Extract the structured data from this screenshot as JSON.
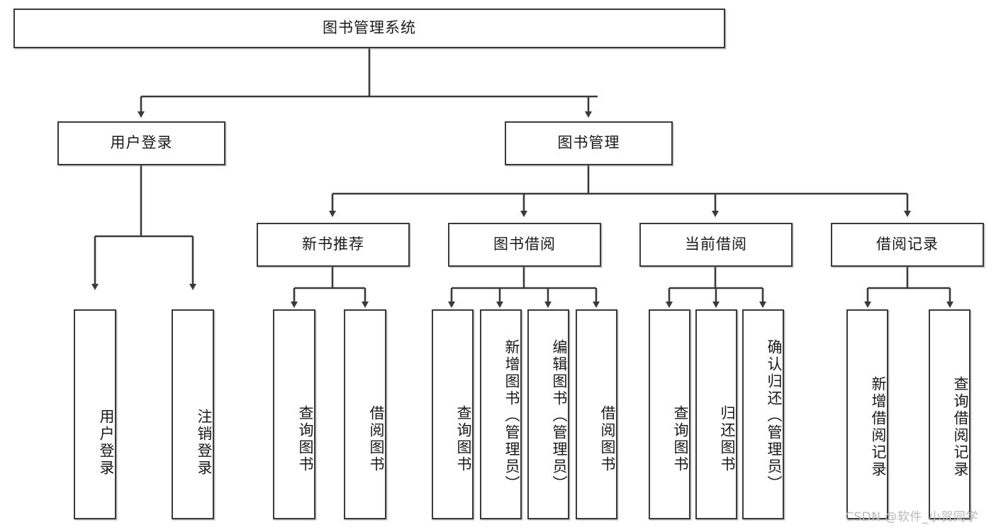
{
  "diagram": {
    "title": "图书管理系统",
    "type": "功能结构图",
    "root": {
      "id": "root",
      "label": "图书管理系统"
    },
    "level2": [
      {
        "id": "user-login",
        "label": "用户登录"
      },
      {
        "id": "book-manage",
        "label": "图书管理"
      }
    ],
    "level3": [
      {
        "id": "new-book-recommend",
        "label": "新书推荐",
        "parent": "book-manage"
      },
      {
        "id": "book-borrow",
        "label": "图书借阅",
        "parent": "book-manage"
      },
      {
        "id": "current-borrow",
        "label": "当前借阅",
        "parent": "book-manage"
      },
      {
        "id": "borrow-record",
        "label": "借阅记录",
        "parent": "book-manage"
      }
    ],
    "leaves": [
      {
        "id": "leaf-user-login",
        "label": "用户登录",
        "parent": "user-login"
      },
      {
        "id": "leaf-logout-login",
        "label": "注销登录",
        "parent": "user-login"
      },
      {
        "id": "leaf-query-book-1",
        "label": "查询图书",
        "parent": "new-book-recommend"
      },
      {
        "id": "leaf-borrow-book-1",
        "label": "借阅图书",
        "parent": "new-book-recommend"
      },
      {
        "id": "leaf-query-book-2",
        "label": "查询图书",
        "parent": "book-borrow"
      },
      {
        "id": "leaf-add-book",
        "label": "新增图书（管理员）",
        "parent": "book-borrow"
      },
      {
        "id": "leaf-edit-book",
        "label": "编辑图书（管理员）",
        "parent": "book-borrow"
      },
      {
        "id": "leaf-borrow-book-2",
        "label": "借阅图书",
        "parent": "book-borrow"
      },
      {
        "id": "leaf-query-book-3",
        "label": "查询图书",
        "parent": "current-borrow"
      },
      {
        "id": "leaf-return-book",
        "label": "归还图书",
        "parent": "current-borrow"
      },
      {
        "id": "leaf-confirm-return",
        "label": "确认归还（管理员）",
        "parent": "current-borrow"
      },
      {
        "id": "leaf-add-record",
        "label": "新增借阅记录",
        "parent": "borrow-record"
      },
      {
        "id": "leaf-query-record",
        "label": "查询借阅记录",
        "parent": "borrow-record"
      }
    ],
    "watermark": "CSDN @软件_小贺同学",
    "colors": {
      "stroke": "#3a3a3a",
      "fill": "#ffffff",
      "text": "#1a1a1a",
      "watermark": "#b9b9b9"
    }
  }
}
